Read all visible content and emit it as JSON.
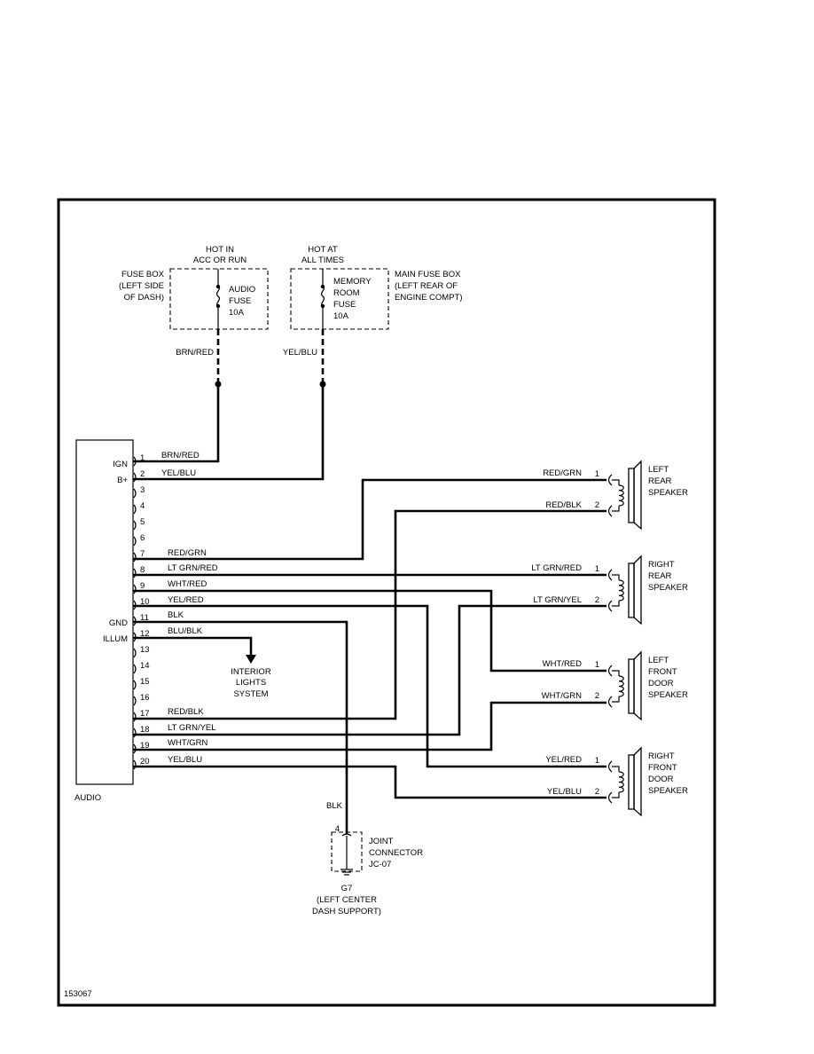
{
  "diagram_id": "153067",
  "audio_unit": {
    "label": "AUDIO",
    "pin_labels": {
      "ign": "IGN",
      "bplus": "B+",
      "gnd": "GND",
      "illum": "ILLUM"
    },
    "pins": [
      "1",
      "2",
      "3",
      "4",
      "5",
      "6",
      "7",
      "8",
      "9",
      "10",
      "11",
      "12",
      "13",
      "14",
      "15",
      "16",
      "17",
      "18",
      "19",
      "20"
    ],
    "wire_labels": {
      "p1": "BRN/RED",
      "p2": "YEL/BLU",
      "p7": "RED/GRN",
      "p8": "LT GRN/RED",
      "p9": "WHT/RED",
      "p10": "YEL/RED",
      "p11": "BLK",
      "p12": "BLU/BLK",
      "p17": "RED/BLK",
      "p18": "LT GRN/YEL",
      "p19": "WHT/GRN",
      "p20": "YEL/BLU"
    }
  },
  "fuse_audio": {
    "header": [
      "HOT IN",
      "ACC OR RUN"
    ],
    "box_label": [
      "FUSE BOX",
      "(LEFT SIDE",
      "OF DASH)"
    ],
    "fuse_label": [
      "AUDIO",
      "FUSE",
      "10A"
    ],
    "wire": "BRN/RED"
  },
  "fuse_memory": {
    "header": [
      "HOT AT",
      "ALL TIMES"
    ],
    "box_label": [
      "MAIN FUSE BOX",
      "(LEFT REAR OF",
      "ENGINE COMPT)"
    ],
    "fuse_label": [
      "MEMORY",
      "ROOM",
      "FUSE",
      "10A"
    ],
    "wire": "YEL/BLU"
  },
  "interior_lights": [
    "INTERIOR",
    "LIGHTS",
    "SYSTEM"
  ],
  "speakers": [
    {
      "name": [
        "LEFT",
        "REAR",
        "SPEAKER"
      ],
      "pin1": "1",
      "pin2": "2",
      "wire1": "RED/GRN",
      "wire2": "RED/BLK"
    },
    {
      "name": [
        "RIGHT",
        "REAR",
        "SPEAKER"
      ],
      "pin1": "1",
      "pin2": "2",
      "wire1": "LT GRN/RED",
      "wire2": "LT GRN/YEL"
    },
    {
      "name": [
        "LEFT",
        "FRONT",
        "DOOR",
        "SPEAKER"
      ],
      "pin1": "1",
      "pin2": "2",
      "wire1": "WHT/RED",
      "wire2": "WHT/GRN"
    },
    {
      "name": [
        "RIGHT",
        "FRONT",
        "DOOR",
        "SPEAKER"
      ],
      "pin1": "1",
      "pin2": "2",
      "wire1": "YEL/RED",
      "wire2": "YEL/BLU"
    }
  ],
  "ground": {
    "wire": "BLK",
    "pin": "4",
    "joint_label": [
      "JOINT",
      "CONNECTOR",
      "JC-07"
    ],
    "ground_label": [
      "G7",
      "(LEFT CENTER",
      "DASH SUPPORT)"
    ]
  }
}
